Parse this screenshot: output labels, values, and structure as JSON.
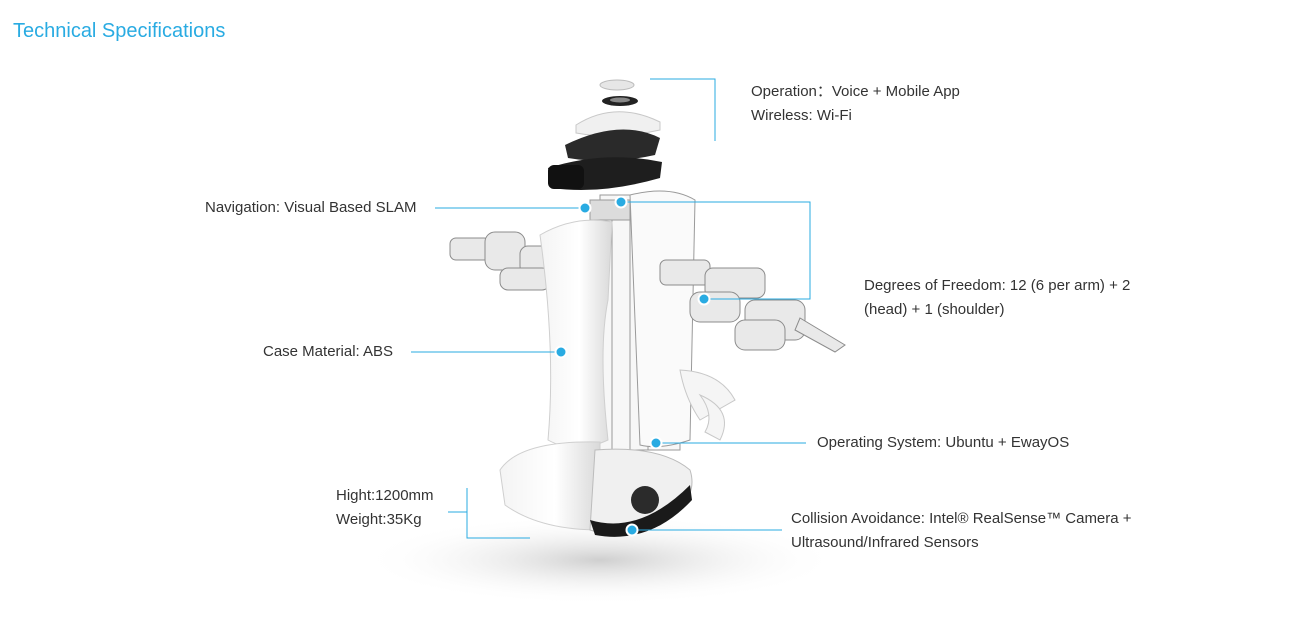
{
  "title": "Technical Specifications",
  "accent_color": "#29abe2",
  "specs": {
    "operation": "Operation：Voice + Mobile App",
    "wireless": "Wireless: Wi-Fi",
    "navigation": "Navigation: Visual Based SLAM",
    "dof_line1": "Degrees of Freedom: 12 (6 per arm) + 2",
    "dof_line2": "(head) + 1 (shoulder)",
    "case_material": "Case Material: ABS",
    "operating_system": "Operating System: Ubuntu + EwayOS",
    "height": "Hight:1200mm",
    "weight": "Weight:35Kg",
    "collision_line1": "Collision Avoidance: Intel® RealSense™ Camera +",
    "collision_line2": "Ultrasound/Infrared Sensors"
  }
}
